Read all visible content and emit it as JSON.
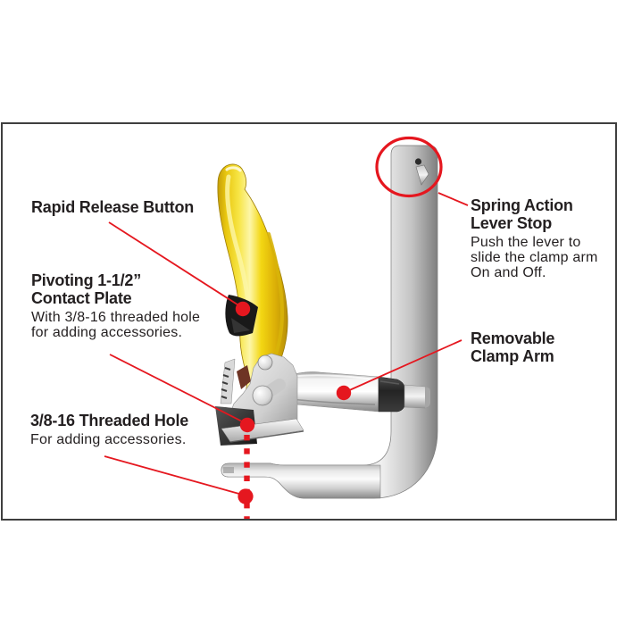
{
  "diagram": {
    "subject": "bar clamp with quick-release lever",
    "callouts": {
      "rapid_release_button": {
        "title": "Rapid Release Button"
      },
      "pivoting_contact_plate": {
        "title": "Pivoting 1-1/2”\nContact Plate",
        "body": "With 3/8-16 threaded hole\nfor adding accessories."
      },
      "threaded_hole": {
        "title": "3/8-16 Threaded Hole",
        "body": "For adding accessories."
      },
      "spring_action_lever_stop": {
        "title": "Spring Action\nLever Stop",
        "body": "Push the lever to\nslide the clamp arm\nOn and Off."
      },
      "removable_clamp_arm": {
        "title": "Removable\nClamp Arm"
      }
    },
    "colors": {
      "annotation_red": "#e5171f",
      "text": "#231f20",
      "handle_yellow": "#f2d50a",
      "release_button_black": "#191919",
      "metal_silver": "#cfcfcf",
      "frame_border": "#3f3f3f",
      "background": "#ffffff"
    }
  }
}
